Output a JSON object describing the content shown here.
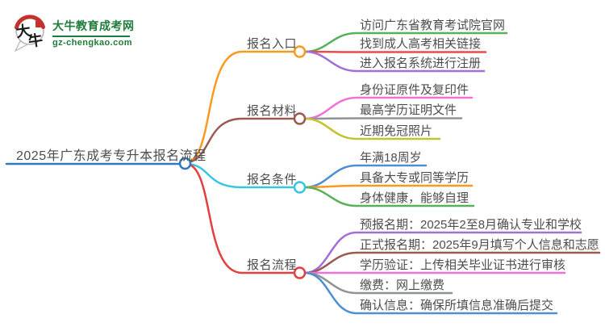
{
  "logo": {
    "mark_char_1": "大",
    "mark_char_2": "牛",
    "site_name": "大牛教育成考网",
    "site_domain": "gz-chengkao.com",
    "brand_green": "#1e7c3a",
    "brand_red": "#c4332b"
  },
  "mindmap": {
    "root": {
      "label": "2025年广东成考专升本报名流程",
      "color": "#3178be"
    },
    "branches": [
      {
        "label": "报名入口",
        "color": "#f89a1d",
        "children": [
          {
            "text": "访问广东省教育考试院官网",
            "color": "#55b259"
          },
          {
            "text": "找到成人高考相关链接",
            "color": "#e84c4c"
          },
          {
            "text": "进入报名系统进行注册",
            "color": "#a36fd6"
          }
        ]
      },
      {
        "label": "报名材料",
        "color": "#9b5a50",
        "children": [
          {
            "text": "身份证原件及复印件",
            "color": "#f170d8"
          },
          {
            "text": "最高学历证明文件",
            "color": "#8e9398"
          },
          {
            "text": "近期免冠照片",
            "color": "#c2c32e"
          }
        ]
      },
      {
        "label": "报名条件",
        "color": "#36c6e3",
        "children": [
          {
            "text": "年满18周岁",
            "color": "#4e8fd1"
          },
          {
            "text": "具备大专或同等学历",
            "color": "#f89a1d"
          },
          {
            "text": "身体健康，能够自理",
            "color": "#55b259"
          }
        ]
      },
      {
        "label": "报名流程",
        "color": "#e43f3f",
        "children": [
          {
            "text": "预报名期：2025年2至8月确认专业和学校",
            "color": "#a36fd6"
          },
          {
            "text": "正式报名期：2025年9月填写个人信息和志愿",
            "color": "#9b5a50"
          },
          {
            "text": "学历验证：上传相关毕业证书进行审核",
            "color": "#f170d8"
          },
          {
            "text": "缴费：网上缴费",
            "color": "#8e9398"
          },
          {
            "text": "确认信息：确保所填信息准确后提交",
            "color": "#4e8fd1"
          }
        ]
      }
    ]
  }
}
